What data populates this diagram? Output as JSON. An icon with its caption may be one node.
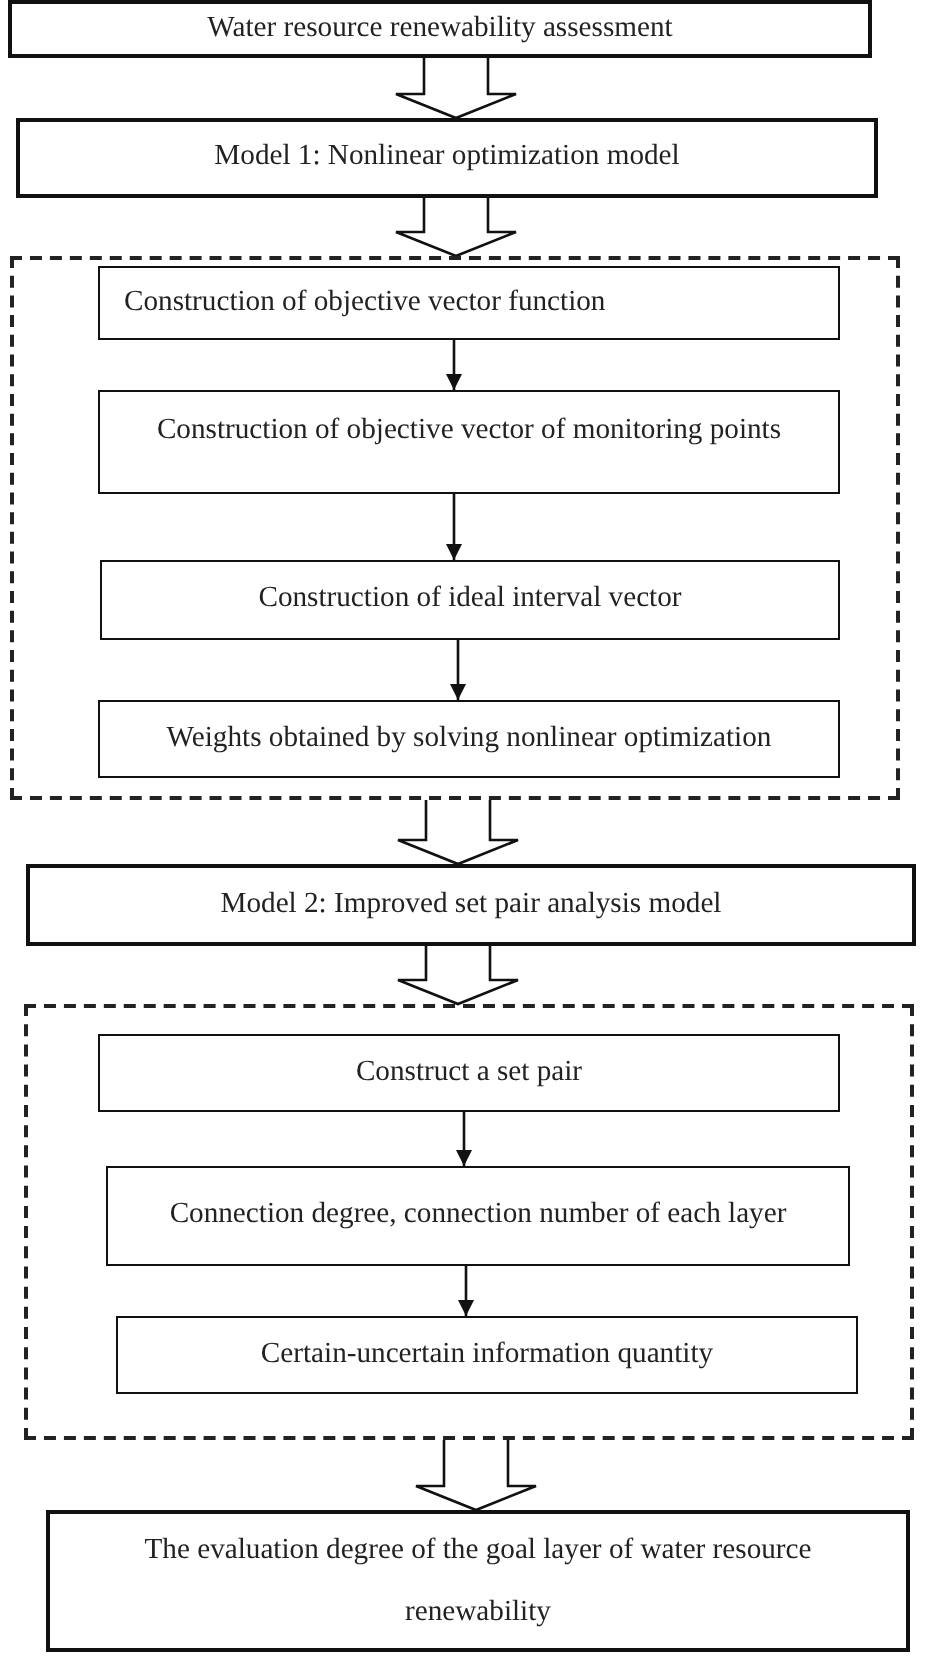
{
  "diagram": {
    "nodes": [
      {
        "text": [
          "Water resource renewability assessment"
        ]
      },
      {
        "text": [
          "Model 1: Nonlinear optimization model"
        ]
      },
      {
        "text": [],
        "shape": "box"
      },
      {
        "text": [
          "Construction of objective vector function"
        ],
        "in": 2
      },
      {
        "text": [
          "Construction of objective vector of monitoring points"
        ],
        "in": 2
      },
      {
        "text": [
          "Construction of ideal interval vector"
        ],
        "in": 2
      },
      {
        "text": [
          "Weights obtained by solving nonlinear optimization"
        ],
        "in": 2
      },
      {
        "text": [
          "Model 2: Improved set pair analysis model"
        ]
      },
      {
        "text": [],
        "shape": "box"
      },
      {
        "text": [
          "Construct a set pair"
        ],
        "in": 8
      },
      {
        "text": [
          "Connection degree, connection number of each layer"
        ],
        "in": 8
      },
      {
        "text": [
          "Certain-uncertain information quantity"
        ],
        "in": 8
      },
      {
        "text": [
          "The evaluation degree of the goal layer of water resource renewability"
        ]
      }
    ],
    "edges": [
      {
        "from": 0,
        "to": 1,
        "arrow": "to",
        "style": "thick"
      },
      {
        "from": 1,
        "to": 2,
        "arrow": "to",
        "style": "thick"
      },
      {
        "from": 3,
        "to": 4,
        "arrow": "to"
      },
      {
        "from": 4,
        "to": 5,
        "arrow": "to"
      },
      {
        "from": 5,
        "to": 6,
        "arrow": "to"
      },
      {
        "from": 2,
        "to": 7,
        "arrow": "to",
        "style": "thick"
      },
      {
        "from": 7,
        "to": 8,
        "arrow": "to",
        "style": "thick"
      },
      {
        "from": 9,
        "to": 10,
        "arrow": "to"
      },
      {
        "from": 10,
        "to": 11,
        "arrow": "to"
      },
      {
        "from": 8,
        "to": 12,
        "arrow": "to",
        "style": "thick"
      }
    ]
  }
}
